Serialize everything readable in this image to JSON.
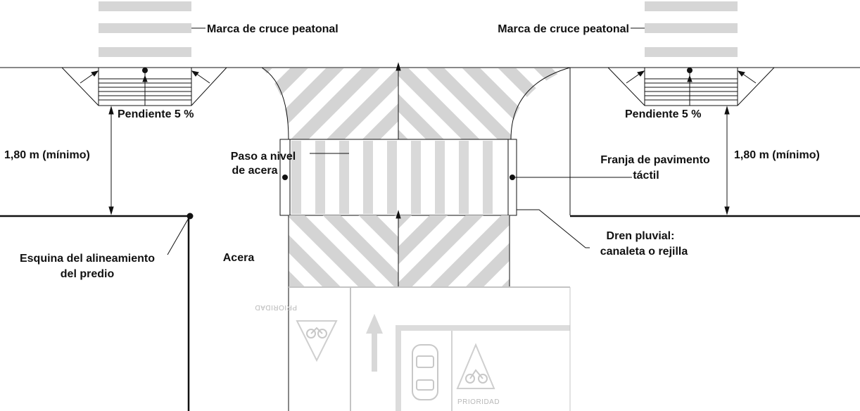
{
  "labels": {
    "crosswalk_mark_left": "Marca de cruce peatonal",
    "crosswalk_mark_right": "Marca de cruce peatonal",
    "slope_left": "Pendiente 5 %",
    "slope_right": "Pendiente 5 %",
    "min_width_left": "1,80 m (mínimo)",
    "min_width_right": "1,80 m (mínimo)",
    "raised_crossing_line1": "Paso a nivel",
    "raised_crossing_line2": "de acera",
    "tactile_strip_line1": "Franja de pavimento",
    "tactile_strip_line2": "táctil",
    "drain_line1": "Dren pluvial:",
    "drain_line2": "canaleta o rejilla",
    "property_corner_line1": "Esquina del alineamiento",
    "property_corner_line2": "del predio",
    "sidewalk": "Acera",
    "priority_sign_left": "PRIORIDAD",
    "priority_sign_right": "PRIORIDAD"
  },
  "icons": {
    "priority_sign_left": "bicycle-yield-sign-icon",
    "priority_sign_right": "motorcycle-yield-sign-icon",
    "car": "car-top-view-icon",
    "lane_arrow": "up-arrow-icon"
  },
  "colors": {
    "line": "#111111",
    "stripe": "#d6d6d6",
    "faint": "#c4c4c4"
  }
}
